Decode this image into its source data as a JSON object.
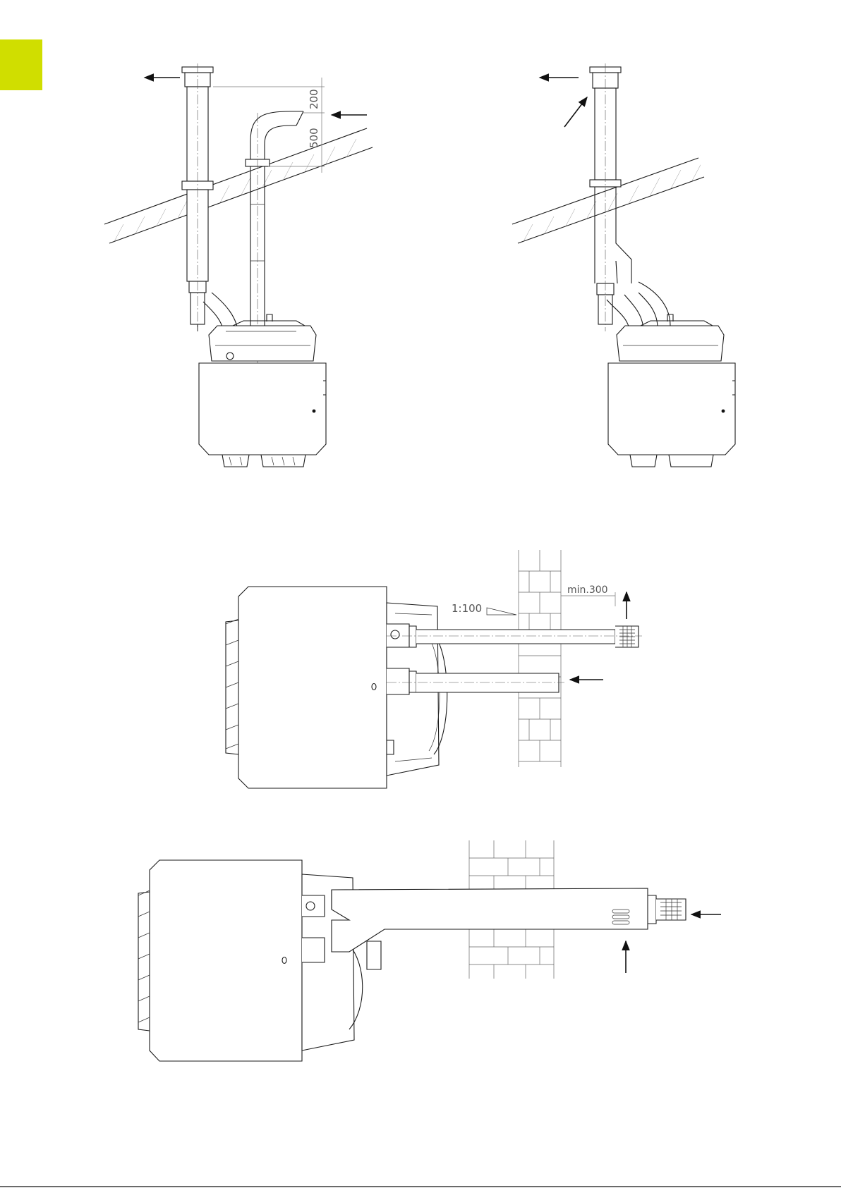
{
  "colors": {
    "accent": "#d0de00",
    "line": "#1a1a1a"
  },
  "diagram_1": {
    "dim_upper": "200",
    "dim_lower": "500"
  },
  "diagram_3": {
    "slope_label": "1:100",
    "clearance_label": "min.300"
  }
}
